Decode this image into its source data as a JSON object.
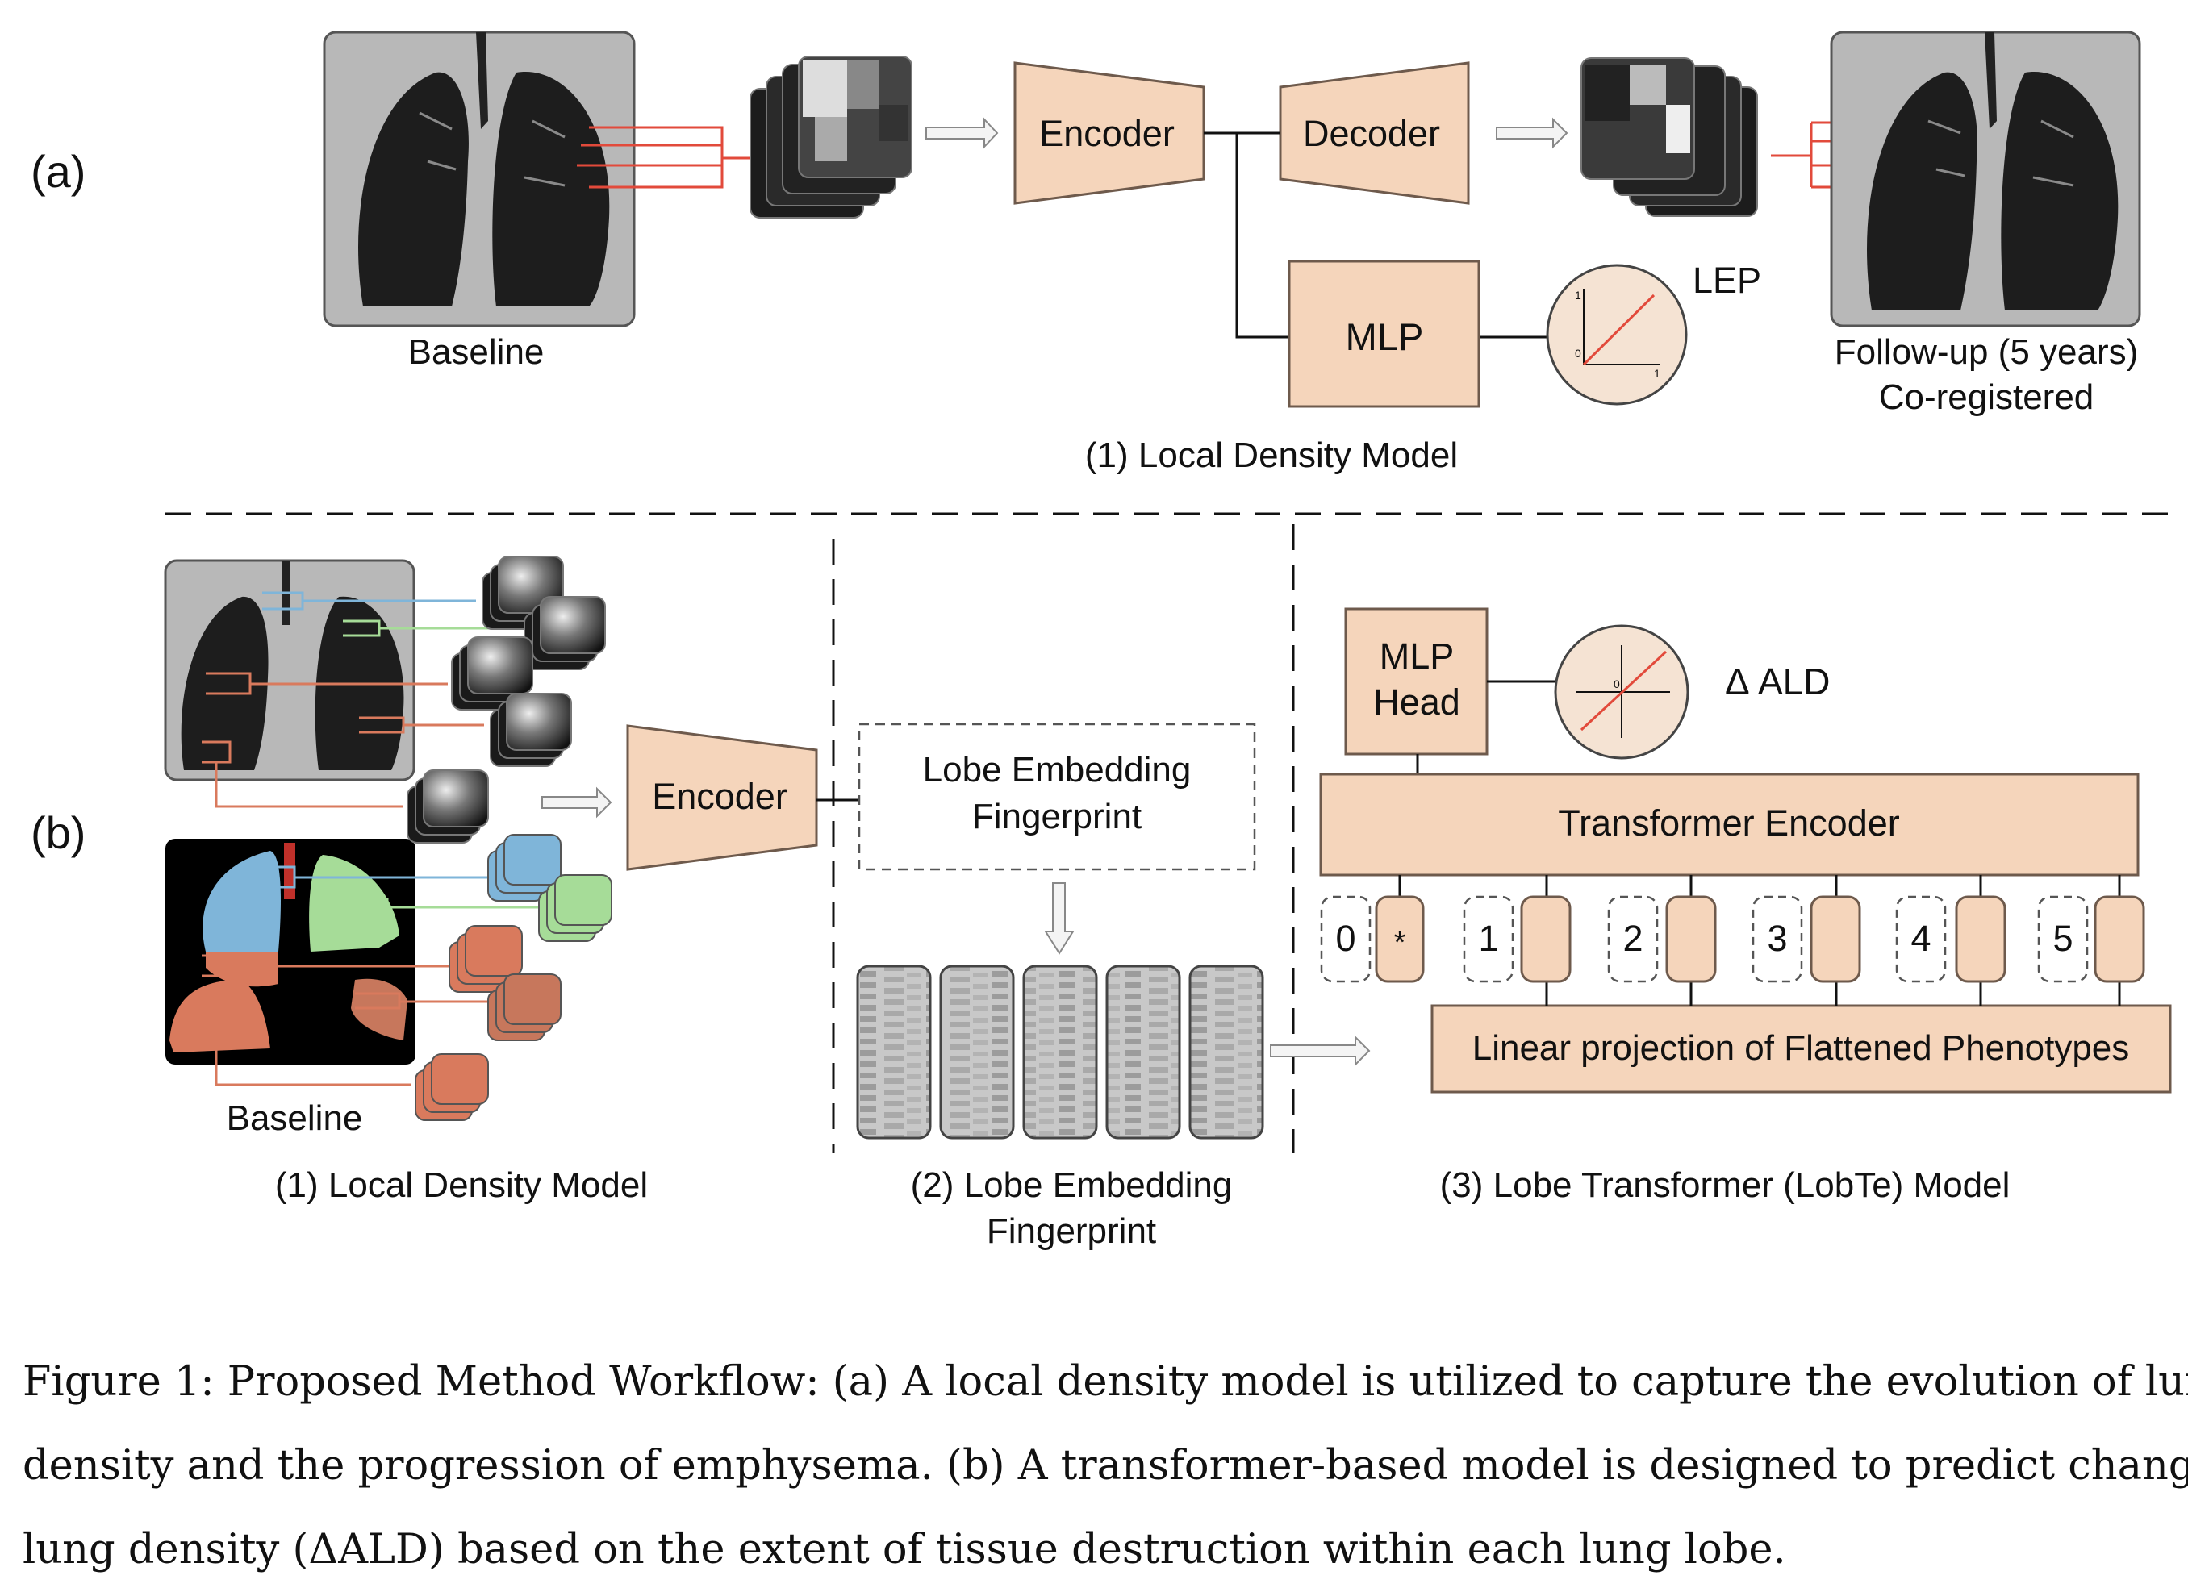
{
  "panel_a": {
    "label": "(a)",
    "baseline_label": "Baseline",
    "encoder_label": "Encoder",
    "decoder_label": "Decoder",
    "mlp_label": "MLP",
    "lep_label": "LEP",
    "followup_line1": "Follow-up (5 years)",
    "followup_line2": "Co-registered",
    "section_title": "(1) Local Density Model",
    "plot_ticks": {
      "y_top": "1",
      "origin": "0",
      "x_right": "1"
    }
  },
  "panel_b": {
    "label": "(b)",
    "baseline_label": "Baseline",
    "encoder_label": "Encoder",
    "fingerprint_box_line1": "Lobe Embedding",
    "fingerprint_box_line2": "Fingerprint",
    "mlp_head_line1": "MLP",
    "mlp_head_line2": "Head",
    "delta_ald_label": "Δ ALD",
    "plot_origin": "0",
    "transformer_label": "Transformer Encoder",
    "tokens": [
      "0",
      "*",
      "1",
      "2",
      "3",
      "4",
      "5"
    ],
    "projection_label": "Linear projection of Flattened Phenotypes",
    "section1_title": "(1) Local Density Model",
    "section2_title_line1": "(2) Lobe Embedding",
    "section2_title_line2": "Fingerprint",
    "section3_title": "(3) Lobe Transformer (LobTe) Model"
  },
  "caption": {
    "line1": "Figure 1: Proposed Method Workflow: (a) A local density model is utilized to capture the evolution of lung",
    "line2": "density and the progression of emphysema. (b) A transformer-based model is designed to predict changes in",
    "line3": "lung density (ΔALD) based on the extent of tissue destruction within each lung lobe."
  },
  "colors": {
    "box_fill": "#f5d5bb",
    "box_stroke": "#6e5a4c",
    "red_line": "#e24a3b",
    "lobe_blue": "#7fb5d9",
    "lobe_green": "#a6dc98",
    "lobe_red": "#d97a5d",
    "ct_dark": "#1c1c1c"
  }
}
